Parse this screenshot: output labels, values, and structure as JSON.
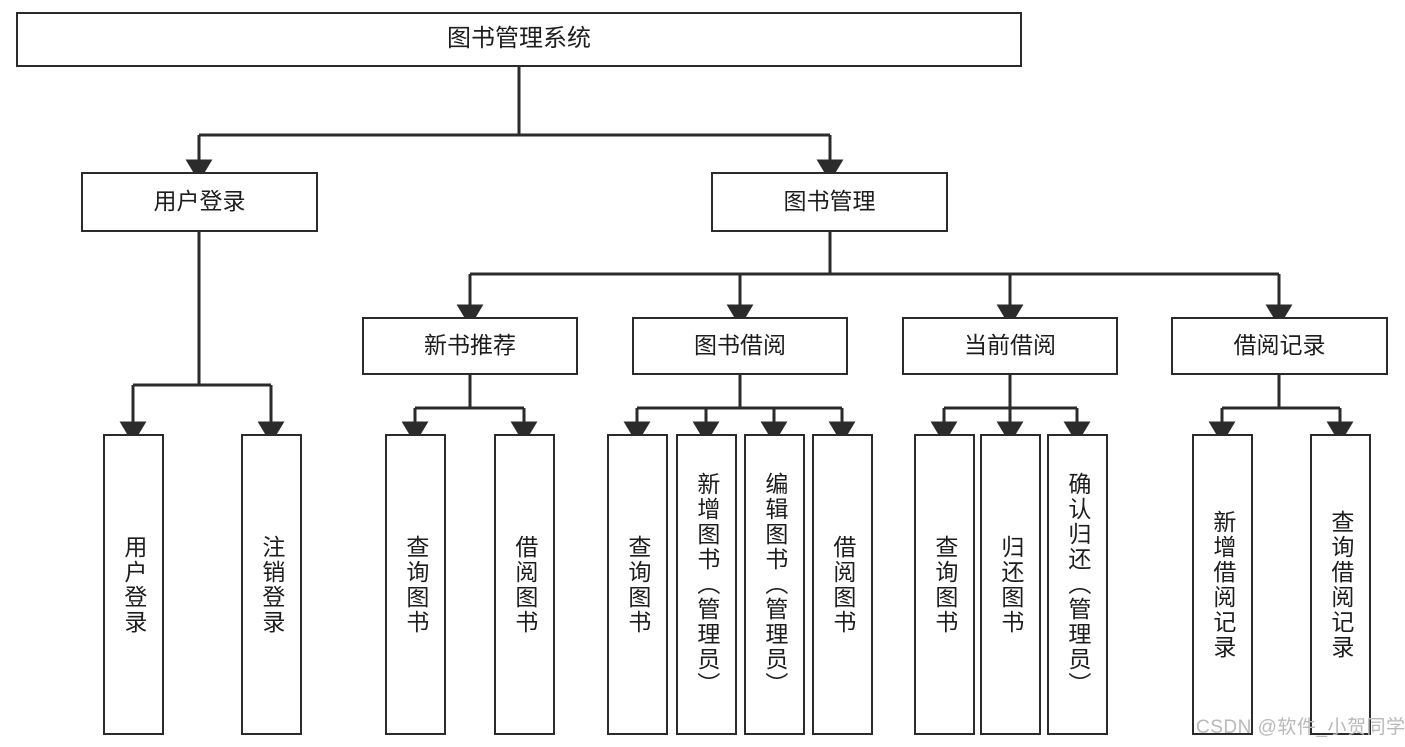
{
  "diagram": {
    "title": "图书管理系统",
    "type": "hierarchy-tree",
    "colors": {
      "border": "#2b2b2b",
      "background": "#ffffff",
      "text": "#1d1d1d",
      "watermark": "#b9b9b9"
    },
    "root": {
      "label": "图书管理系统"
    },
    "level2": [
      {
        "label": "用户登录"
      },
      {
        "label": "图书管理"
      }
    ],
    "level3": [
      {
        "label": "新书推荐"
      },
      {
        "label": "图书借阅"
      },
      {
        "label": "当前借阅"
      },
      {
        "label": "借阅记录"
      }
    ],
    "leaves": {
      "user_login": [
        {
          "label": "用户登录"
        },
        {
          "label": "注销登录"
        }
      ],
      "new_book_recommend": [
        {
          "label": "查询图书"
        },
        {
          "label": "借阅图书"
        }
      ],
      "book_borrow": [
        {
          "label": "查询图书"
        },
        {
          "label": "新增图书（管理员）"
        },
        {
          "label": "编辑图书（管理员）"
        },
        {
          "label": "借阅图书"
        }
      ],
      "current_borrow": [
        {
          "label": "查询图书"
        },
        {
          "label": "归还图书"
        },
        {
          "label": "确认归还（管理员）"
        }
      ],
      "borrow_record": [
        {
          "label": "新增借阅记录"
        },
        {
          "label": "查询借阅记录"
        }
      ]
    }
  },
  "watermark": {
    "text": "CSDN @软件_小贺同学"
  }
}
